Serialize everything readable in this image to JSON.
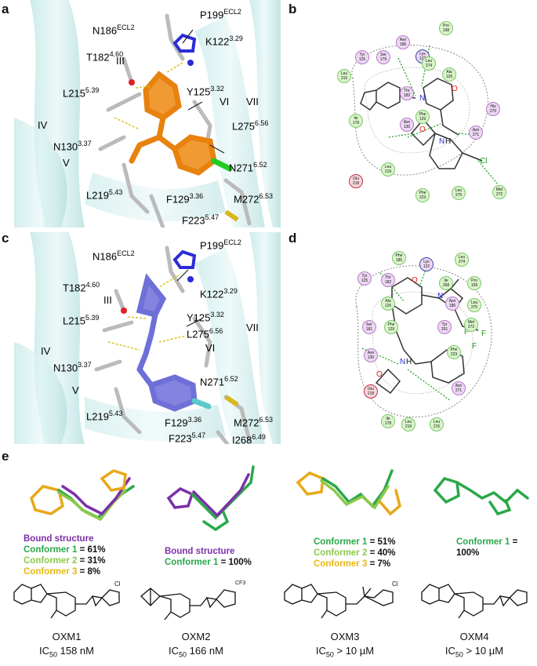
{
  "panels": {
    "a": {
      "letter": "a",
      "helices": [
        "III",
        "IV",
        "V",
        "VI",
        "VII"
      ],
      "residues": [
        {
          "name": "N186",
          "sup": "ECL2"
        },
        {
          "name": "P199",
          "sup": "ECL2"
        },
        {
          "name": "K122",
          "sup": "3.29"
        },
        {
          "name": "T182",
          "sup": "4.60"
        },
        {
          "name": "L215",
          "sup": "5.39"
        },
        {
          "name": "Y125",
          "sup": "3.32"
        },
        {
          "name": "L275",
          "sup": "6.56"
        },
        {
          "name": "N130",
          "sup": "3.37"
        },
        {
          "name": "N271",
          "sup": "6.52"
        },
        {
          "name": "L219",
          "sup": "5.43"
        },
        {
          "name": "F129",
          "sup": "3.36"
        },
        {
          "name": "M272",
          "sup": "6.53"
        },
        {
          "name": "F223",
          "sup": "5.47"
        }
      ],
      "ligand_color": "#e8820e"
    },
    "b": {
      "letter": "b",
      "residues": [
        {
          "label": "Pro",
          "num": "198",
          "type": "g"
        },
        {
          "label": "Tyr",
          "num": "125",
          "type": "p"
        },
        {
          "label": "Ser",
          "num": "179",
          "type": "p"
        },
        {
          "label": "Asn",
          "num": "186",
          "type": "p"
        },
        {
          "label": "Lys",
          "num": "122",
          "type": "b"
        },
        {
          "label": "Leu",
          "num": "215",
          "type": "g"
        },
        {
          "label": "Thr",
          "num": "182",
          "type": "p"
        },
        {
          "label": "Leu",
          "num": "274",
          "type": "g"
        },
        {
          "label": "Ala",
          "num": "126",
          "type": "g"
        },
        {
          "label": "His",
          "num": "270",
          "type": "p"
        },
        {
          "label": "Phe",
          "num": "129",
          "type": "g"
        },
        {
          "label": "Asn",
          "num": "271",
          "type": "p"
        },
        {
          "label": "Ile",
          "num": "178",
          "type": "g"
        },
        {
          "label": "Asn",
          "num": "130",
          "type": "p"
        },
        {
          "label": "Leu",
          "num": "219",
          "type": "g"
        },
        {
          "label": "Glu",
          "num": "218",
          "type": "r"
        },
        {
          "label": "Met",
          "num": "272",
          "type": "g"
        },
        {
          "label": "Phe",
          "num": "223",
          "type": "g"
        },
        {
          "label": "Leu",
          "num": "275",
          "type": "g"
        }
      ],
      "atoms": {
        "o": "O",
        "n": "N",
        "h": "H",
        "cl": "Cl"
      }
    },
    "c": {
      "letter": "c",
      "helices": [
        "III",
        "IV",
        "V",
        "VI",
        "VII"
      ],
      "residues": [
        {
          "name": "N186",
          "sup": "ECL2"
        },
        {
          "name": "P199",
          "sup": "ECL2"
        },
        {
          "name": "K122",
          "sup": "3.29"
        },
        {
          "name": "T182",
          "sup": "4.60"
        },
        {
          "name": "L215",
          "sup": "5.39"
        },
        {
          "name": "Y125",
          "sup": "3.32"
        },
        {
          "name": "L275",
          "sup": "6.56"
        },
        {
          "name": "N130",
          "sup": "3.37"
        },
        {
          "name": "N271",
          "sup": "6.52"
        },
        {
          "name": "L219",
          "sup": "5.43"
        },
        {
          "name": "F129",
          "sup": "3.36"
        },
        {
          "name": "M272",
          "sup": "6.53"
        },
        {
          "name": "F223",
          "sup": "5.47"
        },
        {
          "name": "I268",
          "sup": "6.49"
        }
      ],
      "ligand_color": "#6f6fd8"
    },
    "d": {
      "letter": "d",
      "residues": [
        {
          "label": "Phe",
          "num": "185",
          "type": "g"
        },
        {
          "label": "Lys",
          "num": "122",
          "type": "b"
        },
        {
          "label": "Leu",
          "num": "274",
          "type": "g"
        },
        {
          "label": "Tyr",
          "num": "125",
          "type": "p"
        },
        {
          "label": "Thr",
          "num": "182",
          "type": "p"
        },
        {
          "label": "Ile",
          "num": "268",
          "type": "g"
        },
        {
          "label": "Pro",
          "num": "199",
          "type": "g"
        },
        {
          "label": "Ala",
          "num": "126",
          "type": "g"
        },
        {
          "label": "Asn",
          "num": "186",
          "type": "p"
        },
        {
          "label": "Leu",
          "num": "275",
          "type": "g"
        },
        {
          "label": "Ser",
          "num": "181",
          "type": "p"
        },
        {
          "label": "Phe",
          "num": "129",
          "type": "g"
        },
        {
          "label": "Tyr",
          "num": "201",
          "type": "p"
        },
        {
          "label": "Met",
          "num": "272",
          "type": "g"
        },
        {
          "label": "Asn",
          "num": "130",
          "type": "p"
        },
        {
          "label": "Phe",
          "num": "223",
          "type": "g"
        },
        {
          "label": "Glu",
          "num": "218",
          "type": "r"
        },
        {
          "label": "Asn",
          "num": "271",
          "type": "p"
        },
        {
          "label": "Ile",
          "num": "178",
          "type": "g"
        },
        {
          "label": "Leu",
          "num": "219",
          "type": "g"
        },
        {
          "label": "Leu",
          "num": "215",
          "type": "g"
        }
      ],
      "atoms": {
        "o": "O",
        "n": "N",
        "h": "H",
        "f": "F"
      }
    },
    "e": {
      "letter": "e",
      "blocks": [
        {
          "lines": [
            {
              "text": "Bound structure",
              "color": "#7b2fa8"
            },
            {
              "text": "Conformer 1",
              "suffix": " = 61%",
              "color": "#2aa84a"
            },
            {
              "text": "Conformer 2",
              "suffix": " = 31%",
              "color": "#8cc84b"
            },
            {
              "text": "Conformer 3",
              "suffix": " = 8%",
              "color": "#e8b810"
            }
          ]
        },
        {
          "lines": [
            {
              "text": "Bound structure",
              "color": "#7b2fa8"
            },
            {
              "text": "Conformer 1",
              "suffix": " = 100%",
              "color": "#2aa84a"
            }
          ]
        },
        {
          "lines": [
            {
              "text": "Conformer 1",
              "suffix": " = 51%",
              "color": "#2aa84a"
            },
            {
              "text": "Conformer 2",
              "suffix": " = 40%",
              "color": "#8cc84b"
            },
            {
              "text": "Conformer 3",
              "suffix": " = 7%",
              "color": "#e8b810"
            }
          ]
        },
        {
          "lines": [
            {
              "text": "Conformer 1",
              "suffix": " = 100%",
              "color": "#2aa84a"
            }
          ]
        }
      ],
      "molecules": [
        {
          "name": "OXM1",
          "ic_prefix": "IC",
          "ic_sub": "50",
          "ic_value": " 158 nM",
          "sub": "Cl"
        },
        {
          "name": "OXM2",
          "ic_prefix": "IC",
          "ic_sub": "50",
          "ic_value": " 166 nM",
          "sub": "CF3"
        },
        {
          "name": "OXM3",
          "ic_prefix": "IC",
          "ic_sub": "50",
          "ic_value": " > 10 µM",
          "sub": "Cl"
        },
        {
          "name": "OXM4",
          "ic_prefix": "IC",
          "ic_sub": "50",
          "ic_value": " > 10 µM",
          "sub": ""
        }
      ]
    }
  }
}
